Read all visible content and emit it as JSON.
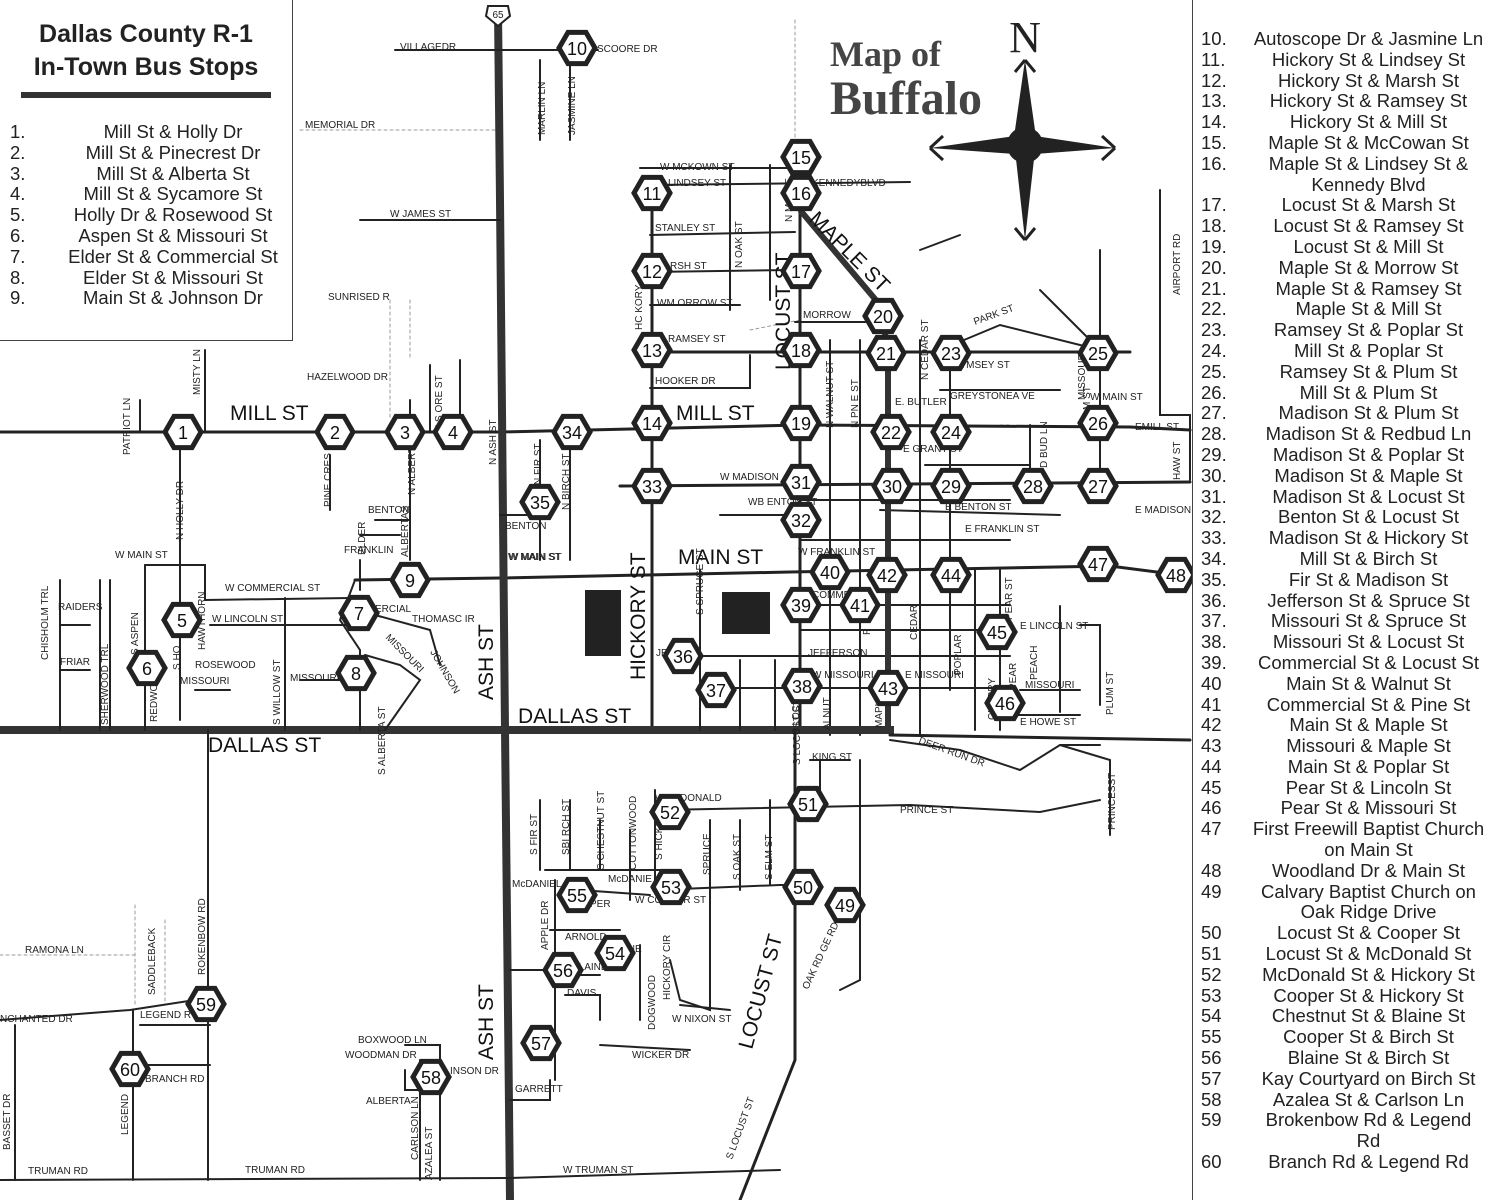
{
  "title": {
    "line1": "Dallas County R-1",
    "line2": "In-Town Bus Stops",
    "map_small": "Map of",
    "map_big": "Buffalo",
    "north_letter": "N"
  },
  "stops_left": [
    {
      "num": "1.",
      "desc": "Mill St & Holly Dr"
    },
    {
      "num": "2.",
      "desc": "Mill St & Pinecrest Dr"
    },
    {
      "num": "3.",
      "desc": "Mill St & Alberta St"
    },
    {
      "num": "4.",
      "desc": "Mill St & Sycamore St"
    },
    {
      "num": "5.",
      "desc": "Holly Dr & Rosewood St"
    },
    {
      "num": "6.",
      "desc": "Aspen St & Missouri St"
    },
    {
      "num": "7.",
      "desc": "Elder St & Commercial St"
    },
    {
      "num": "8.",
      "desc": "Elder St & Missouri St"
    },
    {
      "num": "9.",
      "desc": "Main St & Johnson Dr"
    }
  ],
  "stops_right": [
    {
      "num": "10.",
      "desc": "Autoscope Dr & Jasmine Ln"
    },
    {
      "num": "11.",
      "desc": "Hickory St & Lindsey St"
    },
    {
      "num": "12.",
      "desc": "Hickory St & Marsh St"
    },
    {
      "num": "13.",
      "desc": "Hickory St & Ramsey St"
    },
    {
      "num": "14.",
      "desc": "Hickory St & Mill St"
    },
    {
      "num": "15.",
      "desc": "Maple St & McCowan St"
    },
    {
      "num": "16.",
      "desc": "Maple St & Lindsey St &"
    },
    {
      "num": "",
      "desc": "Kennedy Blvd"
    },
    {
      "num": "17.",
      "desc": "Locust St & Marsh St"
    },
    {
      "num": "18.",
      "desc": "Locust St & Ramsey St"
    },
    {
      "num": "19.",
      "desc": "Locust St & Mill St"
    },
    {
      "num": "20.",
      "desc": "Maple St & Morrow St"
    },
    {
      "num": "21.",
      "desc": "Maple St & Ramsey St"
    },
    {
      "num": "22.",
      "desc": "Maple St & Mill St"
    },
    {
      "num": "23.",
      "desc": "Ramsey St & Poplar St"
    },
    {
      "num": "24.",
      "desc": "Mill St & Poplar St"
    },
    {
      "num": "25.",
      "desc": "Ramsey St & Plum St"
    },
    {
      "num": "26.",
      "desc": "Mill St & Plum St"
    },
    {
      "num": "27.",
      "desc": "Madison St & Plum St"
    },
    {
      "num": "28.",
      "desc": "Madison St & Redbud Ln"
    },
    {
      "num": "29.",
      "desc": "Madison St & Poplar St"
    },
    {
      "num": "30.",
      "desc": "Madison St & Maple St"
    },
    {
      "num": "31.",
      "desc": "Madison St & Locust St"
    },
    {
      "num": "32.",
      "desc": "Benton St & Locust St"
    },
    {
      "num": "33.",
      "desc": "Madison St & Hickory St"
    },
    {
      "num": "34.",
      "desc": "Mill St & Birch St"
    },
    {
      "num": "35.",
      "desc": "Fir St & Madison St"
    },
    {
      "num": "36.",
      "desc": "Jefferson St & Spruce St"
    },
    {
      "num": "37.",
      "desc": "Missouri St & Spruce St"
    },
    {
      "num": "38.",
      "desc": "Missouri St & Locust St"
    },
    {
      "num": "39.",
      "desc": "Commercial St & Locust St"
    },
    {
      "num": "40",
      "desc": "Main St & Walnut  St"
    },
    {
      "num": "41",
      "desc": "Commercial St & Pine St"
    },
    {
      "num": "42",
      "desc": "Main St & Maple St"
    },
    {
      "num": "43",
      "desc": "Missouri & Maple St"
    },
    {
      "num": "44",
      "desc": "Main St & Poplar St"
    },
    {
      "num": "45",
      "desc": "Pear St & Lincoln St"
    },
    {
      "num": "46",
      "desc": "Pear St & Missouri St"
    },
    {
      "num": "47",
      "desc": "First Freewill Baptist Church"
    },
    {
      "num": "",
      "desc": "on Main St"
    },
    {
      "num": "48",
      "desc": "Woodland Dr & Main St"
    },
    {
      "num": "49",
      "desc": "Calvary Baptist Church on"
    },
    {
      "num": "",
      "desc": "Oak Ridge Drive"
    },
    {
      "num": "50",
      "desc": "Locust St & Cooper St"
    },
    {
      "num": "51",
      "desc": "Locust St & McDonald St"
    },
    {
      "num": "52",
      "desc": "McDonald St & Hickory St"
    },
    {
      "num": "53",
      "desc": "Cooper St & Hickory St"
    },
    {
      "num": "54",
      "desc": "Chestnut St & Blaine St"
    },
    {
      "num": "55",
      "desc": "Cooper St & Birch St"
    },
    {
      "num": "56",
      "desc": "Blaine St & Birch St"
    },
    {
      "num": "57",
      "desc": "Kay Courtyard on Birch St"
    },
    {
      "num": "58",
      "desc": "Azalea St & Carlson Ln"
    },
    {
      "num": "59",
      "desc": "Brokenbow Rd & Legend"
    },
    {
      "num": "",
      "desc": "Rd"
    },
    {
      "num": "60",
      "desc": "Branch Rd & Legend Rd"
    }
  ],
  "map_stops": [
    "1",
    "2",
    "3",
    "4",
    "5",
    "6",
    "7",
    "8",
    "9",
    "10",
    "11",
    "12",
    "13",
    "14",
    "15",
    "16",
    "17",
    "18",
    "19",
    "20",
    "21",
    "22",
    "23",
    "24",
    "25",
    "26",
    "27",
    "28",
    "29",
    "30",
    "31",
    "32",
    "33",
    "34",
    "35",
    "36",
    "37",
    "38",
    "39",
    "40",
    "41",
    "42",
    "43",
    "44",
    "45",
    "46",
    "47",
    "48",
    "49",
    "50",
    "51",
    "52",
    "53",
    "54",
    "55",
    "56",
    "57",
    "58",
    "59",
    "60"
  ],
  "big_labels": [
    "MILL ST",
    "MILL ST",
    "MAIN ST",
    "DALLAS ST",
    "DALLAS ST",
    "ASH ST",
    "ASH ST",
    "HICKORY ST",
    "LOCUST ST",
    "LOCUST ST",
    "MAPLE ST"
  ],
  "highway_shield": "65",
  "small_labels": [
    "VILLAGEDR",
    "MEMORIAL DR",
    "W JAMES ST",
    "SUNRISED R",
    "HAZELWOOD DR",
    "W MCKOWN ST",
    "LINDSEY ST",
    "KENNEDYBLVD",
    "STANLEY ST",
    "RSH ST",
    "WM ORROW ST",
    "MORROW",
    "RAMSEY ST",
    "HOOKER DR",
    "MARLIN LN",
    "JASMINE LN",
    "N OAK ST",
    "HC KORY",
    "SCOORE DR",
    "W MAIN ST",
    "W COMMERCIAL ST",
    "W LINCOLN ST",
    "ROSEWOOD",
    "MISSOURI",
    "MISSOURI",
    "BENTON",
    "FRANKLIN",
    "BENTON",
    "W MADISON",
    "WB ENTON ST",
    "W MAIN ST",
    "THOMASC IR",
    "JOHNSON",
    "MISSOURI",
    "JEFFERSON",
    "W FRANKLIN ST",
    "COMMER",
    "KING ST",
    "DEER RUN DR",
    "PRINCE ST",
    "PRINCESST",
    "RAMONA LN",
    "NCHANTED DR",
    "LEGEND R",
    "BRANCH RD",
    "TRUMAN RD",
    "TRUMAN RD",
    "W TRUMAN ST",
    "BOXWOOD LN",
    "WOODMAN DR",
    "ALBERTA",
    "INSON DR",
    "GARRETT",
    "WICKER DR",
    "W NIXON ST",
    "DAVIS",
    "ARNOLD",
    "McDANIEL",
    "McDANIE",
    "W COOPER ST",
    "WMCDONALD",
    "PARK ST",
    "RA MSEY ST",
    "GREYSTONEA VE",
    "E. BUTLER",
    "E GRANT ST",
    "E BENTON ST",
    "E FRANKLIN ST",
    "E MADISON",
    "EMILL ST",
    "HAW ST",
    "E LINCOLN ST",
    "MISSOURI",
    "E HOWE ST",
    "AIRPORT RD",
    "PLUM ST",
    "MISSOURI",
    "PATRIOT LN",
    "MISTY LN",
    "N HOLLY DR",
    "PINE CRES",
    "N ALBERTA",
    "ALBERTAS",
    "ELDER",
    "N S ORE ST",
    "N ASH ST",
    "N FIR ST",
    "N BIRCH ST",
    "W MAIN ST",
    "S FIR ST",
    "SBI RCH ST",
    "S CHESTNUT ST",
    "COTTONWOOD",
    "SPRUCE",
    "S OAK ST",
    "S ELM ST",
    "S HICKO",
    "APPLE DR",
    "DOGWOOD",
    "HICKORY CIR",
    "S LOCUST ST",
    "OAK RD GE RD",
    "S LOCUST ST",
    "SADDLEBACK",
    "ROKENBOW RD",
    "CHISHOLM TRL",
    "RAIDERS",
    "FRIAR",
    "SHERWOOD TRL",
    "S ASPEN",
    "REDWOO",
    "S HO",
    "HAWTHORN",
    "S WILLOW ST",
    "S ALBERTA ST",
    "CARLSON LN",
    "AZALEA ST",
    "LEGEND",
    "BASSET DR",
    "S BI",
    "N CEDAR ST",
    "N WALNUT ST",
    "N PN E ST",
    "N MAPLE",
    "CEDAR",
    "POPLAR",
    "CHERRY",
    "PEAR",
    "PEACH",
    "PEAR ST",
    "D BUD LN",
    "M ST",
    "S SPRUCE ST",
    "ALNUT",
    "MAPLE",
    "P",
    "S LOC",
    "W MISSOURI",
    "E MISSOURI",
    "ERCIAL",
    "E MA",
    "JE",
    "PER",
    "INE",
    "BLAINE",
    "W MAIN ST"
  ]
}
